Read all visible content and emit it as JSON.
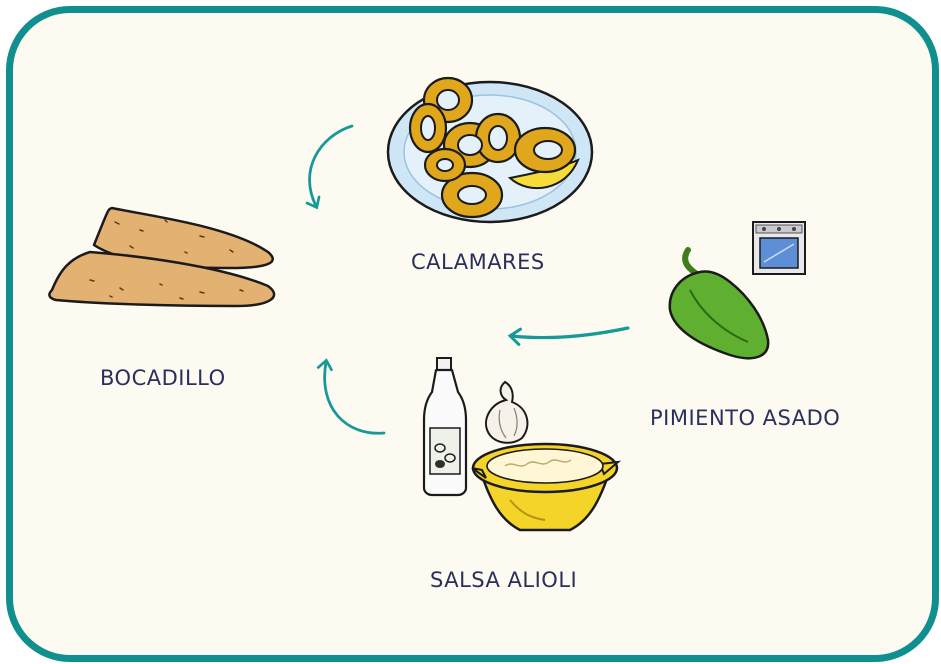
{
  "items": {
    "calamares": "CALAMARES",
    "bocadillo": "BOCADILLO",
    "pimiento": "PIMIENTO ASADO",
    "salsa": "SALSA ALIOLI"
  },
  "colors": {
    "frame": "#0f8f8e",
    "background": "#fdfaf1",
    "text": "#2a2f5c",
    "arrow": "#169a98"
  }
}
